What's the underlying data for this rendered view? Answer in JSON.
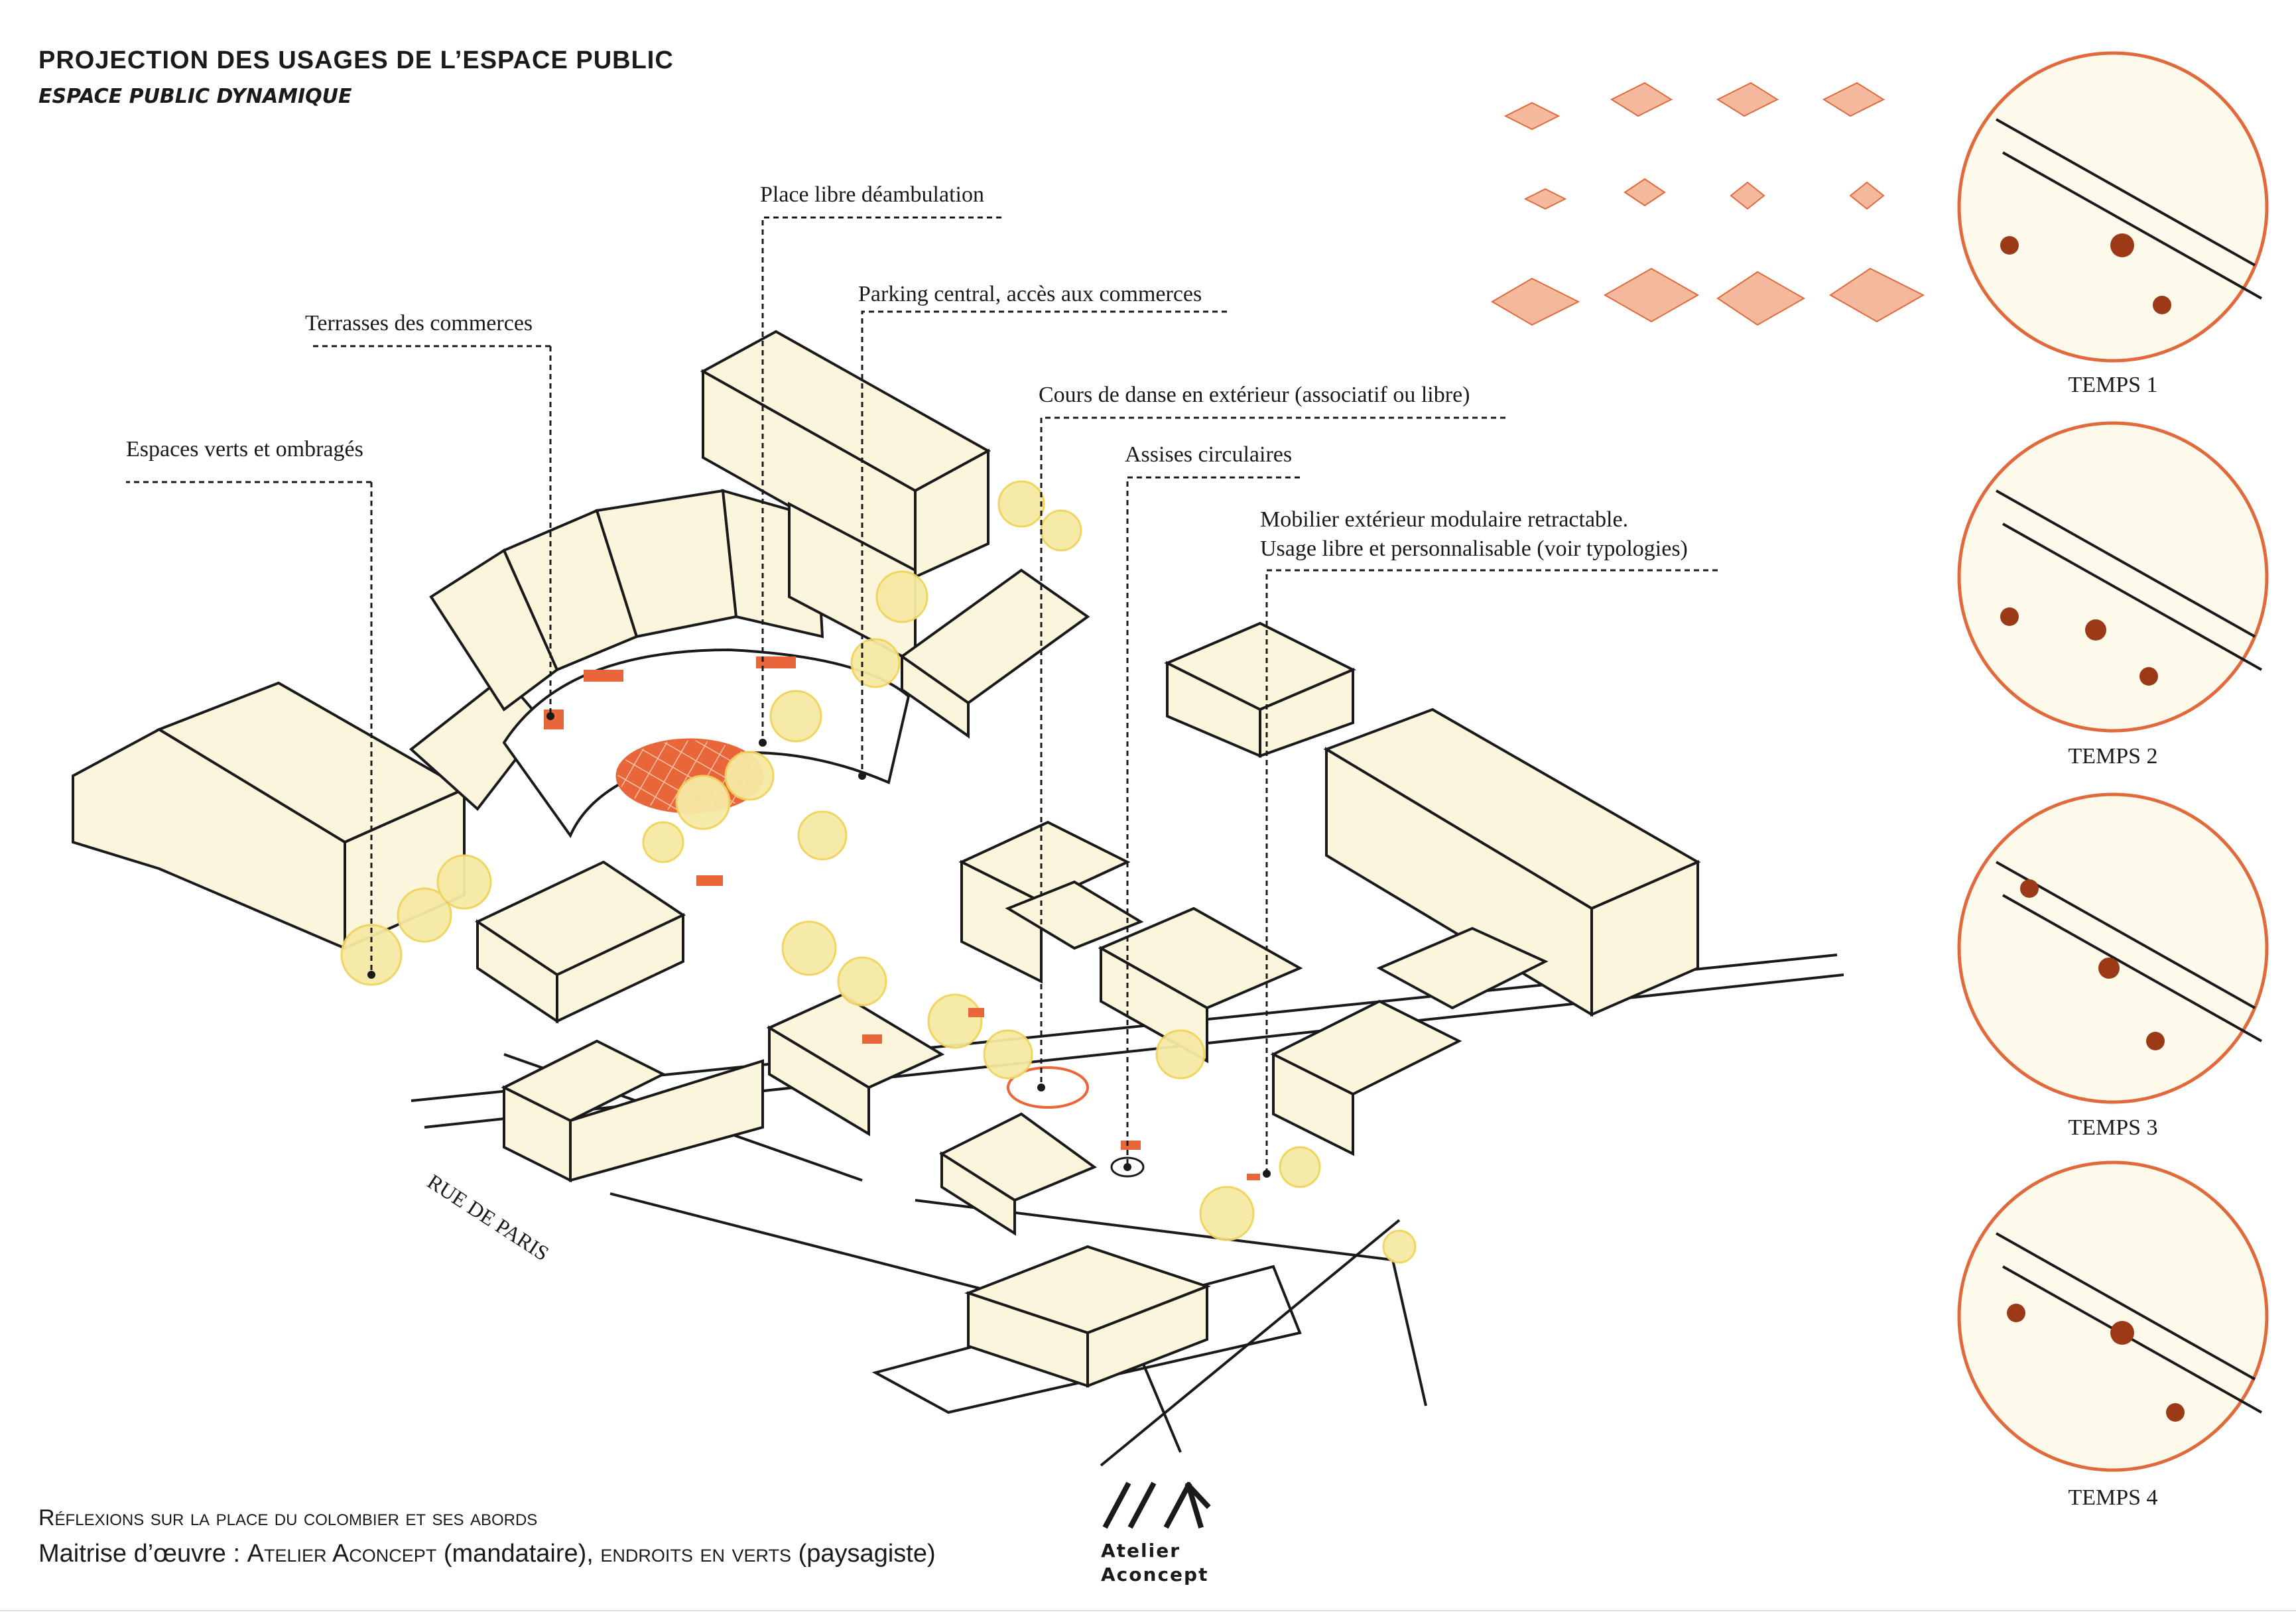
{
  "header": {
    "title": "PROJECTION DES USAGES DE L’ESPACE PUBLIC",
    "subtitle": "ESPACE PUBLIC DYNAMIQUE"
  },
  "callouts": [
    {
      "id": "place-libre",
      "text": "Place libre déambulation"
    },
    {
      "id": "terrasses",
      "text": "Terrasses des commerces"
    },
    {
      "id": "parking",
      "text": "Parking central, accès aux commerces"
    },
    {
      "id": "cours-danse",
      "text": "Cours de danse en extérieur (associatif ou libre)"
    },
    {
      "id": "espaces-verts",
      "text": "Espaces verts et ombragés"
    },
    {
      "id": "assises",
      "text": "Assises circulaires"
    },
    {
      "id": "mobilier-1",
      "text": "Mobilier extérieur modulaire retractable."
    },
    {
      "id": "mobilier-2",
      "text": "Usage libre et personnalisable (voir typologies)"
    }
  ],
  "street_label": "RUE DE PARIS",
  "temps": [
    "TEMPS 1",
    "TEMPS 2",
    "TEMPS 3",
    "TEMPS 4"
  ],
  "footer": {
    "line1": "Réflexions sur la place du colombier et ses abords",
    "line2_prefix": "Maitrise d’œuvre : ",
    "line2_firm": "Atelier Aconcept",
    "line2_mid": " (mandataire), ",
    "line2_partner": "endroits en verts",
    "line2_end": " (paysagiste)"
  },
  "logo": {
    "line1": "Atelier",
    "line2": "Aconcept"
  },
  "colors": {
    "building_fill": "#fbf5dc",
    "tree_yellow": "#f3dd72",
    "furniture_orange": "#e8663a",
    "circle_stroke": "#e06a3c",
    "line": "#1a1a1a"
  }
}
